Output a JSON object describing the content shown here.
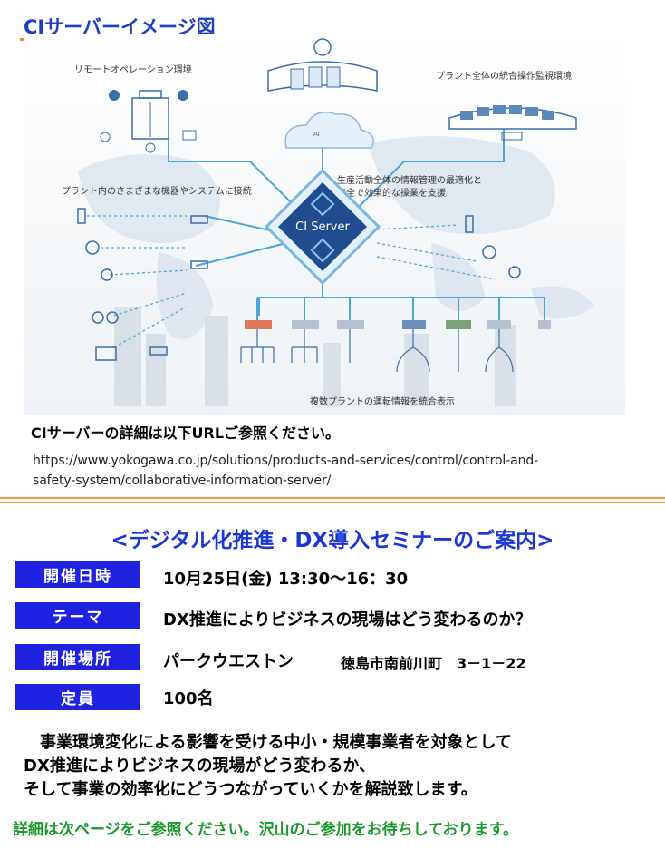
{
  "header": {
    "title": "CIサーバーイメージ図"
  },
  "diagram": {
    "label_remote": "リモートオペレーション環境",
    "label_plant_monitor": "プラント全体の統合操作監視環境",
    "label_devices": "プラント内のさまざまな機器やシステムに接続",
    "label_optimize_1": "生産活動全体の情報管理の最適化と",
    "label_optimize_2": "安全で効果的な操業を支援",
    "server_label": "CI Server",
    "ai_label": "AI",
    "label_multi_plant": "複数プラントの運転情報を統合表示"
  },
  "url_section": {
    "heading": "CIサーバーの詳細は以下URLご参照ください。",
    "url_line1": "https://www.yokogawa.co.jp/solutions/products-and-services/control/control-and-",
    "url_line2": "safety-system/collaborative-information-server/"
  },
  "seminar": {
    "title": "<デジタル化推進・DX導入セミナーのご案内>",
    "rows": [
      {
        "label": "開催日時",
        "value": "10月25日(金)  13:30～16：30"
      },
      {
        "label": "テーマ",
        "value": "DX推進によりビジネスの現場はどう変わるのか？"
      },
      {
        "label": "開催場所",
        "value": "パークウエストン",
        "value2": "徳島市南前川町　3－1－22"
      },
      {
        "label": "定員",
        "value": "100名"
      }
    ],
    "description": [
      "　事業環境変化による影響を受ける中小・規模事業者を対象として",
      "DX推進によりビジネスの現場がどう変わるか、",
      "そして事業の効率化にどうつながっていくかを解説致します。"
    ],
    "footer": "詳細は次ページをご参照ください。沢山のご参加をお待ちしております。"
  }
}
